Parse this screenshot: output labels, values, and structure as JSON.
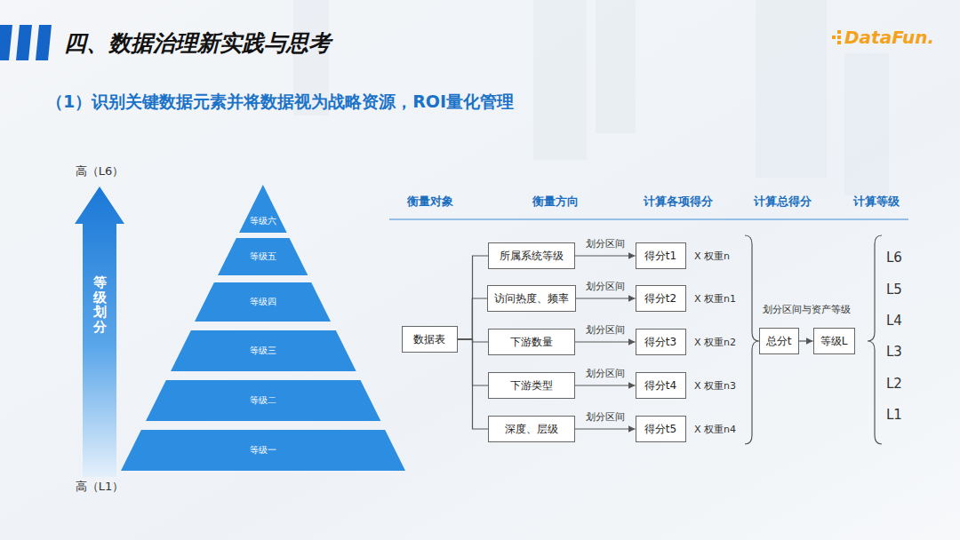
{
  "diagram": {
    "title": "四、数据治理新实践与思考",
    "nodes": [
      {
        "text": [
          "等级六"
        ]
      },
      {
        "text": [
          "等级五"
        ]
      },
      {
        "text": [
          "等级四"
        ]
      },
      {
        "text": [
          "等级三"
        ]
      },
      {
        "text": [
          "等级二"
        ]
      },
      {
        "text": [
          "等级一"
        ]
      },
      {
        "text": [
          "等级划分"
        ]
      },
      {
        "text": [
          "数据表"
        ]
      },
      {
        "text": [
          "所属系统等级"
        ]
      },
      {
        "text": [
          "得分t1"
        ]
      },
      {
        "text": [
          "访问热度、频率"
        ]
      },
      {
        "text": [
          "得分t2"
        ]
      },
      {
        "text": [
          "下游数量"
        ]
      },
      {
        "text": [
          "得分t3"
        ]
      },
      {
        "text": [
          "下游类型"
        ]
      },
      {
        "text": [
          "得分t4"
        ]
      },
      {
        "text": [
          "深度、层级"
        ]
      },
      {
        "text": [
          "得分t5"
        ]
      },
      {
        "text": [
          "总分t"
        ]
      },
      {
        "text": [
          "等级L"
        ]
      }
    ],
    "edges": [
      {
        "from": 7,
        "to": 8,
        "arrow": "none"
      },
      {
        "from": 7,
        "to": 10,
        "arrow": "none"
      },
      {
        "from": 7,
        "to": 12,
        "arrow": "none"
      },
      {
        "from": 7,
        "to": 14,
        "arrow": "none"
      },
      {
        "from": 7,
        "to": 16,
        "arrow": "none"
      },
      {
        "from": 8,
        "to": 9,
        "label": "划分区间",
        "arrow": "to"
      },
      {
        "from": 10,
        "to": 11,
        "label": "划分区间",
        "arrow": "to"
      },
      {
        "from": 12,
        "to": 13,
        "label": "划分区间",
        "arrow": "to"
      },
      {
        "from": 14,
        "to": 15,
        "label": "划分区间",
        "arrow": "to"
      },
      {
        "from": 16,
        "to": 17,
        "label": "划分区间",
        "arrow": "to"
      },
      {
        "from": 18,
        "to": 19,
        "arrow": "to"
      }
    ],
    "labels": [
      "DataFun.",
      "（1）识别关键数据元素并将数据视为战略资源，ROI量化管理",
      "高（L6）",
      "高（L1）",
      "衡量对象",
      "衡量方向",
      "计算各项得分",
      "计算总得分",
      "计算等级",
      "X 权重n",
      "X 权重n1",
      "X 权重n2",
      "X 权重n3",
      "X 权重n4",
      "划分区间与资产等级",
      "L6",
      "L5",
      "L4",
      "L3",
      "L2",
      "L1"
    ]
  }
}
